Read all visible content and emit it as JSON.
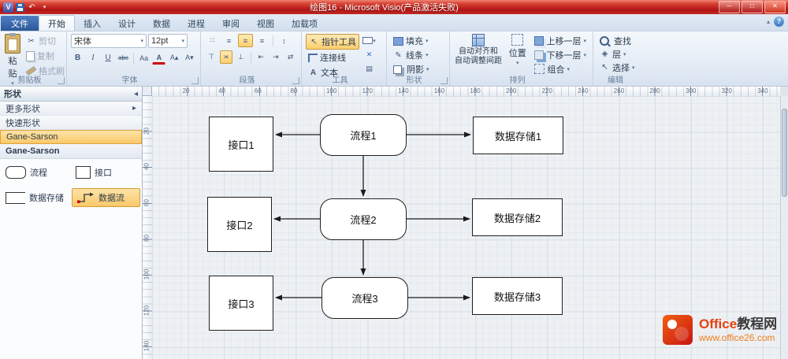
{
  "titlebar": {
    "title": "绘图16 - Microsoft Visio(产品激活失败)"
  },
  "ribbon": {
    "file_tab": "文件",
    "tabs": [
      "开始",
      "插入",
      "设计",
      "数据",
      "进程",
      "审阅",
      "视图",
      "加载项"
    ],
    "groups": {
      "clipboard": {
        "label": "剪贴板",
        "paste": "粘贴",
        "cut": "剪切",
        "copy": "复制",
        "format_painter": "格式刷"
      },
      "font": {
        "label": "字体",
        "family": "宋体",
        "size": "12pt"
      },
      "paragraph": {
        "label": "段落"
      },
      "tools": {
        "label": "工具",
        "pointer": "指针工具",
        "connector": "连接线",
        "text": "文本"
      },
      "shape": {
        "label": "形状",
        "fill": "填充",
        "line": "线条",
        "shadow": "阴影"
      },
      "arrange": {
        "label": "排列",
        "auto_align": "自动对齐和",
        "auto_space": "自动调整间距",
        "position": "位置",
        "bring_forward": "上移一层",
        "send_backward": "下移一层",
        "group": "组合"
      },
      "editing": {
        "label": "编辑",
        "find": "查找",
        "layers": "层",
        "select": "选择"
      }
    }
  },
  "shapes_panel": {
    "title": "形状",
    "more_shapes": "更多形状",
    "quick_shapes": "快速形状",
    "stencil_tab": "Gane-Sarson",
    "section_title": "Gane-Sarson",
    "items": [
      {
        "label": "流程"
      },
      {
        "label": "接口"
      },
      {
        "label": "数据存储"
      },
      {
        "label": "数据流"
      }
    ]
  },
  "rulers": {
    "top": [
      "20",
      "40",
      "60",
      "80",
      "100",
      "120",
      "140",
      "160",
      "180",
      "200",
      "220",
      "240",
      "260",
      "280",
      "300",
      "320",
      "340"
    ],
    "left": [
      "20",
      "40",
      "60",
      "80",
      "100",
      "120",
      "140"
    ]
  },
  "diagram": {
    "rows": [
      {
        "interface": "接口1",
        "process": "流程1",
        "datastore": "数据存储1"
      },
      {
        "interface": "接口2",
        "process": "流程2",
        "datastore": "数据存储2"
      },
      {
        "interface": "接口3",
        "process": "流程3",
        "datastore": "数据存储3"
      }
    ]
  },
  "watermark": {
    "brand_en": "Office",
    "brand_cn": "教程网",
    "url": "www.office26.com"
  },
  "icons": {
    "visio": "V",
    "undo": "↶",
    "caret": "▾",
    "caret_up": "▴",
    "help": "?",
    "win_min": "─",
    "win_max": "□",
    "win_close": "✕",
    "pointer": "↖",
    "connection_point": "✕",
    "cut": "✂",
    "line": "✎",
    "bold": "B",
    "italic": "I",
    "underline": "U",
    "strike": "abc",
    "case": "Aa",
    "font_color": "A",
    "grow_font": "A▴",
    "shrink_font": "A▾",
    "bullets": "∷",
    "align": "≡",
    "spacing": "↕",
    "valign_top": "⊤",
    "valign_mid": "≍",
    "valign_bottom": "⊥",
    "outdent": "⇤",
    "indent": "⇥",
    "direction": "⇄",
    "text_tool": "A",
    "text_block": "▤",
    "layers": "◈",
    "select_arrow": "↖",
    "more_arrow": "▸",
    "collapse": "◂"
  },
  "colors": {
    "selection_orange": "#fdcf6c",
    "titlebar_red": "#b01414"
  }
}
